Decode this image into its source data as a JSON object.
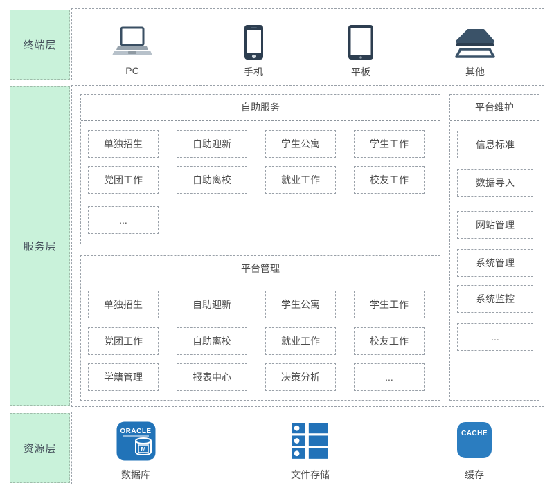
{
  "colors": {
    "layer_label_bg": "#c9f2da",
    "dashed_border": "#9aa1a9",
    "text": "#4d4d4d",
    "icon_dark_slate": "#35495e",
    "icon_blue": "#2173b8"
  },
  "terminal_layer": {
    "label": "终端层",
    "devices": [
      {
        "name": "PC",
        "icon": "laptop-icon"
      },
      {
        "name": "手机",
        "icon": "smartphone-icon"
      },
      {
        "name": "平板",
        "icon": "tablet-icon"
      },
      {
        "name": "其他",
        "icon": "scanner-icon"
      }
    ]
  },
  "service_layer": {
    "label": "服务层",
    "self_service": {
      "title": "自助服务",
      "items": [
        "单独招生",
        "自助迎新",
        "学生公寓",
        "学生工作",
        "党团工作",
        "自助离校",
        "就业工作",
        "校友工作",
        "..."
      ]
    },
    "platform_management": {
      "title": "平台管理",
      "items": [
        "单独招生",
        "自助迎新",
        "学生公寓",
        "学生工作",
        "党团工作",
        "自助离校",
        "就业工作",
        "校友工作",
        "学籍管理",
        "报表中心",
        "决策分析",
        "..."
      ]
    },
    "platform_maintenance": {
      "title": "平台维护",
      "items": [
        "信息标准",
        "数据导入",
        "网站管理",
        "系统管理",
        "系统监控",
        "..."
      ]
    }
  },
  "resource_layer": {
    "label": "资源层",
    "items": [
      {
        "name": "数据库",
        "icon": "oracle-database-icon",
        "badge": "ORACLE",
        "letter": "M"
      },
      {
        "name": "文件存储",
        "icon": "file-storage-icon"
      },
      {
        "name": "缓存",
        "icon": "cache-icon",
        "badge": "CACHE"
      }
    ]
  }
}
